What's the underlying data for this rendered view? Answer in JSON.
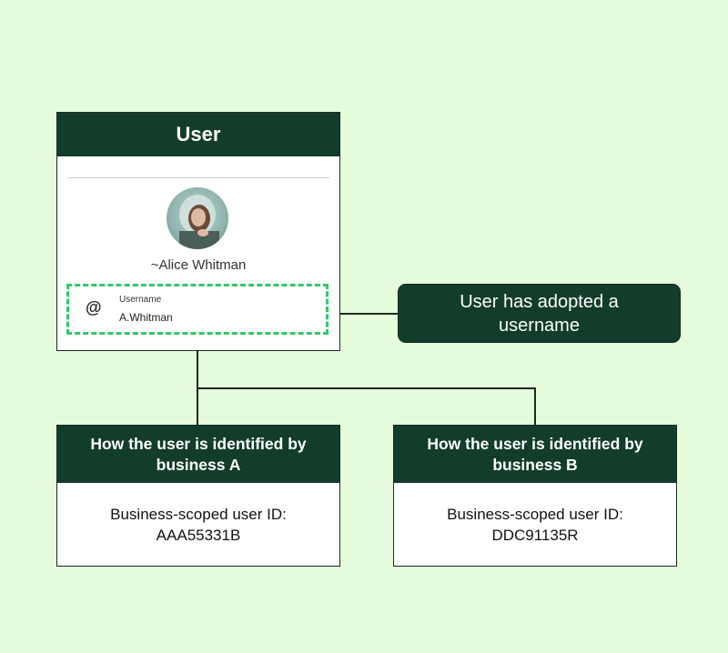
{
  "colors": {
    "background": "#e6fbdb",
    "header_fill": "#123d2b",
    "dashed_highlight": "#2fca66",
    "connector": "#1a2a22"
  },
  "user_card": {
    "title": "User",
    "avatar": "profile-photo",
    "display_name": "~Alice Whitman",
    "username_icon": "@",
    "username_label": "Username",
    "username_value": "A.Whitman"
  },
  "callout": {
    "text": "User has adopted a username"
  },
  "businesses": [
    {
      "title": "How the user is identified by business A",
      "id_label": "Business-scoped user ID:",
      "id_value": "AAA55331B"
    },
    {
      "title": "How the user is identified by business B",
      "id_label": "Business-scoped user ID:",
      "id_value": "DDC91135R"
    }
  ]
}
